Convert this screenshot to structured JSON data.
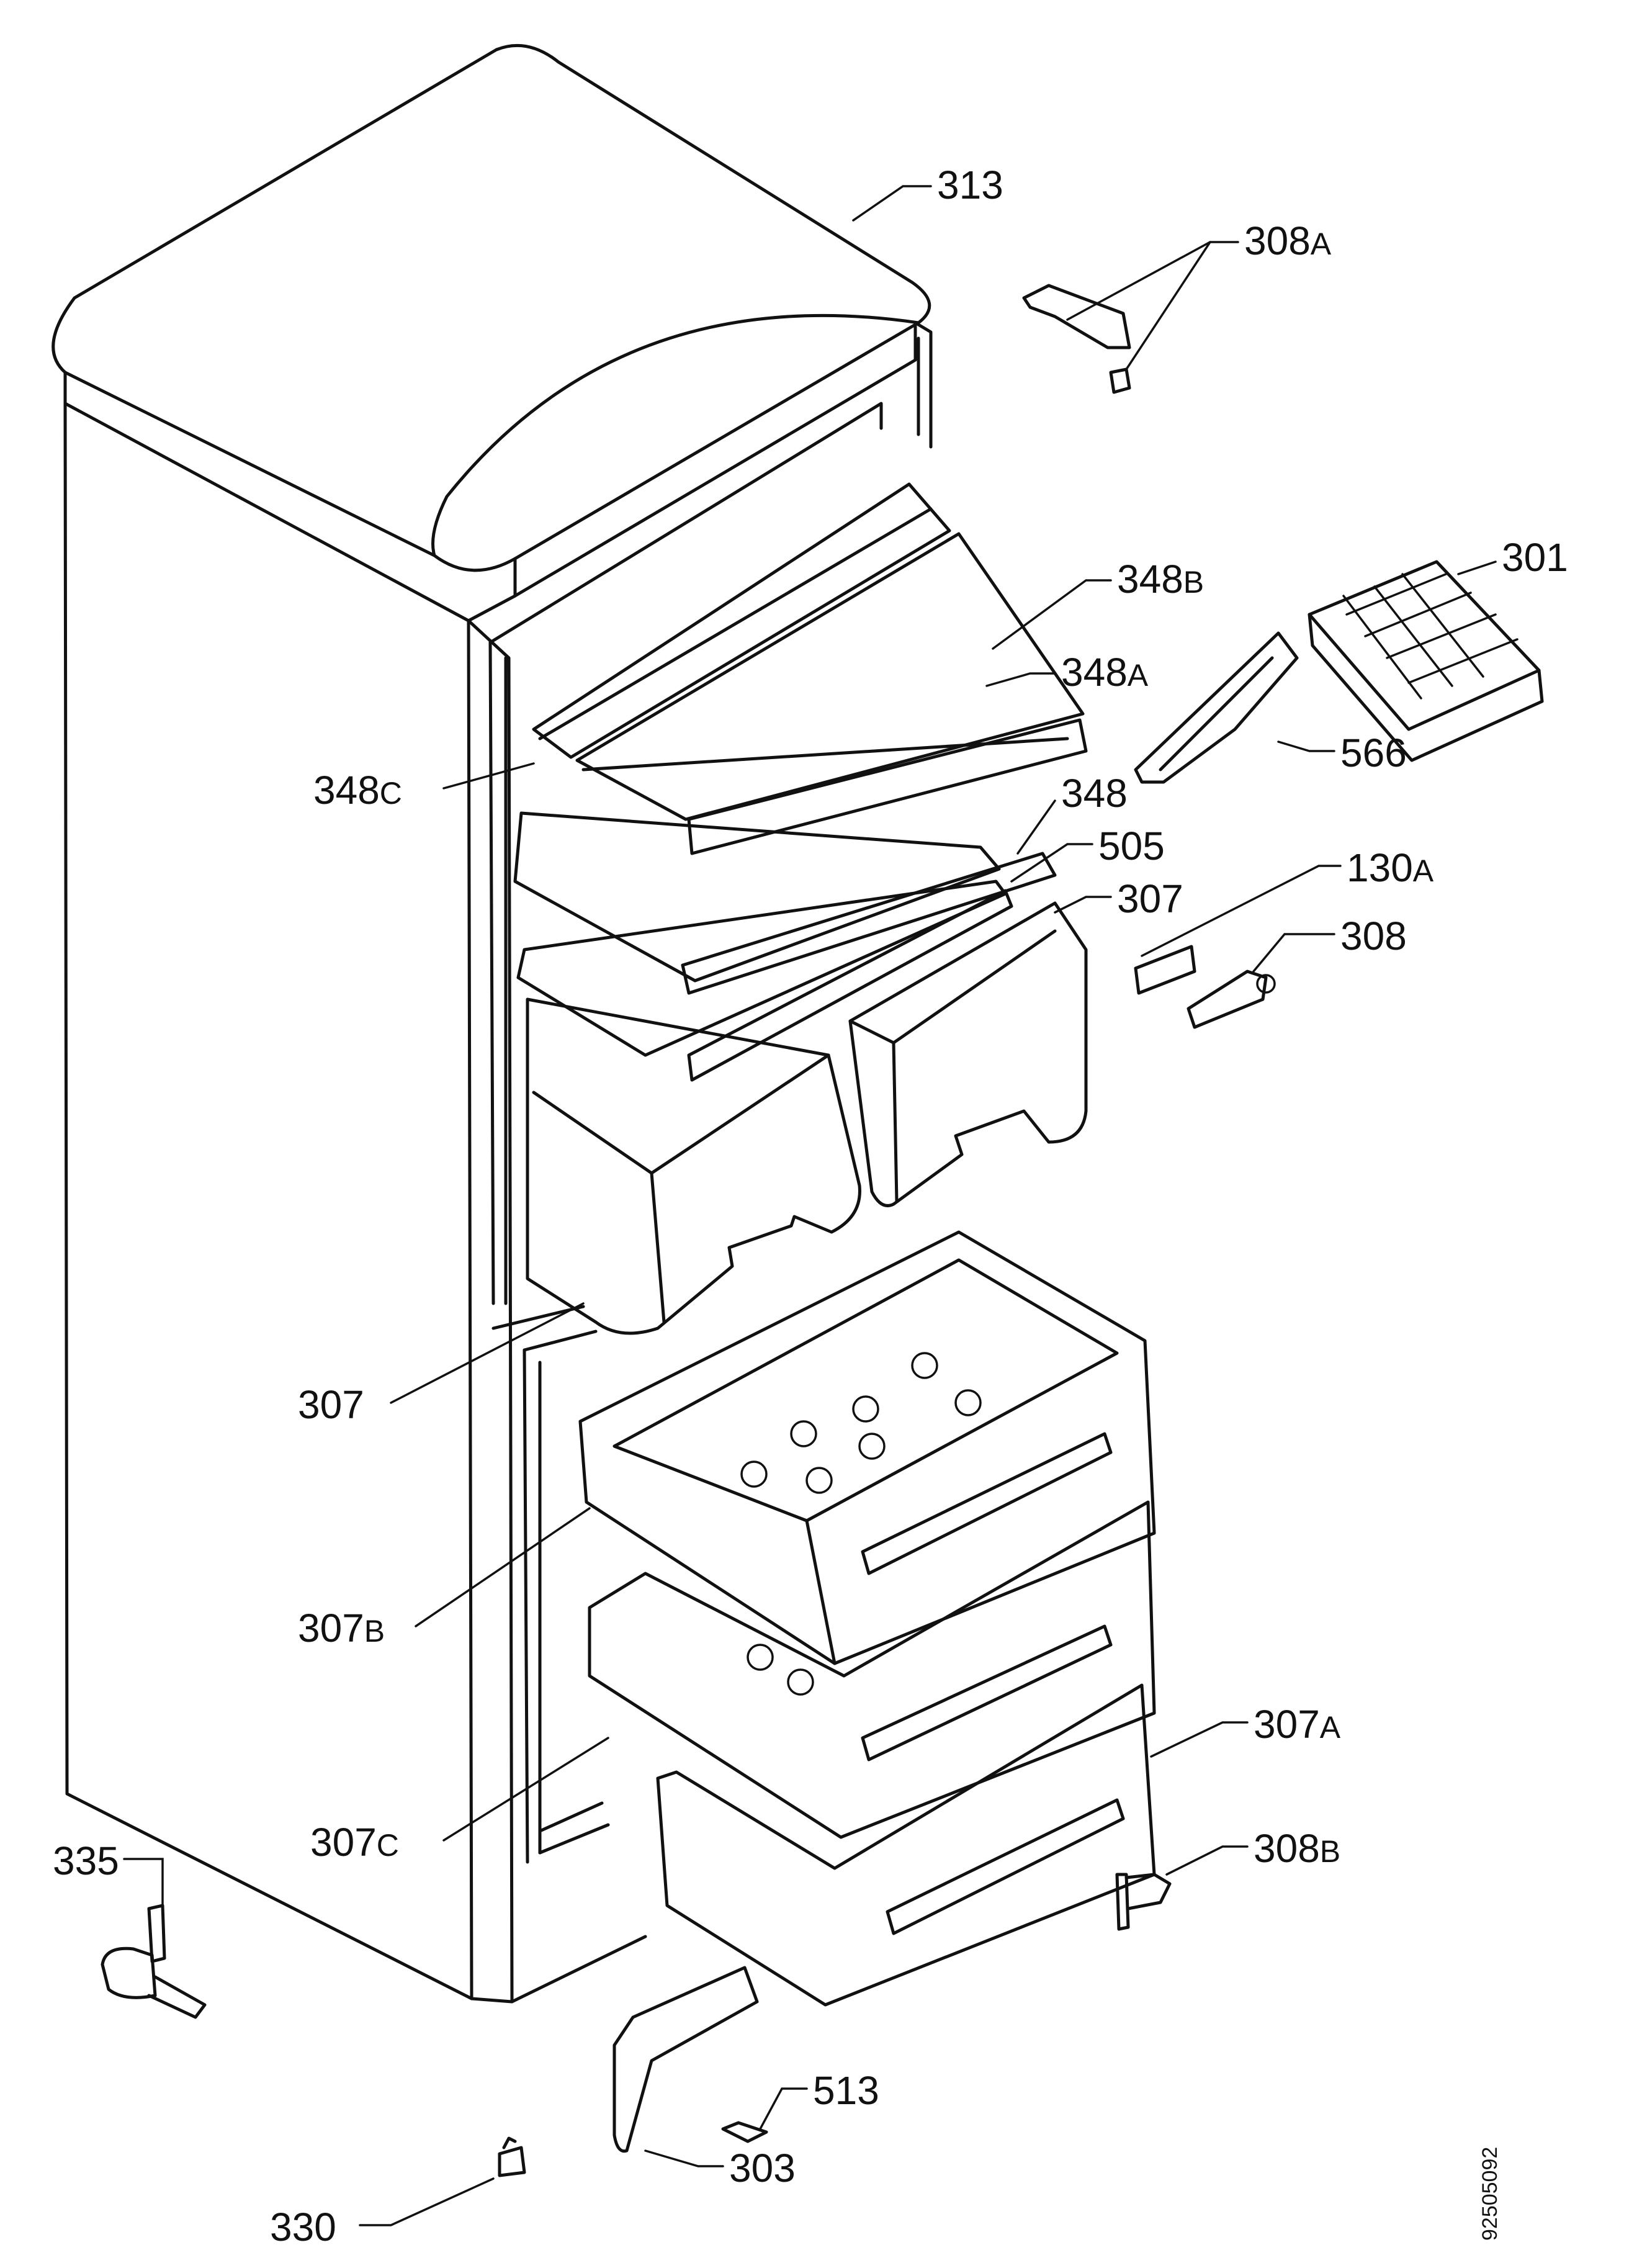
{
  "drawing_number": "92505092",
  "labels": {
    "313": {
      "num": "313",
      "suffix": ""
    },
    "308A": {
      "num": "308",
      "suffix": "A"
    },
    "301": {
      "num": "301",
      "suffix": ""
    },
    "348B": {
      "num": "348",
      "suffix": "B"
    },
    "348A": {
      "num": "348",
      "suffix": "A"
    },
    "566": {
      "num": "566",
      "suffix": ""
    },
    "348C": {
      "num": "348",
      "suffix": "C"
    },
    "348": {
      "num": "348",
      "suffix": ""
    },
    "505": {
      "num": "505",
      "suffix": ""
    },
    "307_top": {
      "num": "307",
      "suffix": ""
    },
    "130A": {
      "num": "130",
      "suffix": "A"
    },
    "308": {
      "num": "308",
      "suffix": ""
    },
    "307_left": {
      "num": "307",
      "suffix": ""
    },
    "307B": {
      "num": "307",
      "suffix": "B"
    },
    "307A": {
      "num": "307",
      "suffix": "A"
    },
    "307C": {
      "num": "307",
      "suffix": "C"
    },
    "335": {
      "num": "335",
      "suffix": ""
    },
    "308B": {
      "num": "308",
      "suffix": "B"
    },
    "513": {
      "num": "513",
      "suffix": ""
    },
    "303": {
      "num": "303",
      "suffix": ""
    },
    "330": {
      "num": "330",
      "suffix": ""
    }
  }
}
